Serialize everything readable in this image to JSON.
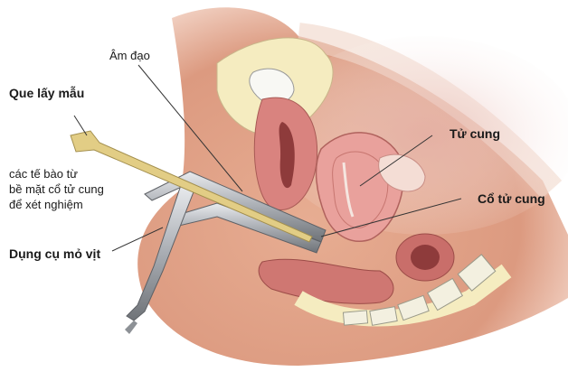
{
  "diagram": {
    "type": "anatomical-illustration",
    "subject": "Pap smear / cervical cell sampling with speculum (sagittal section)",
    "labels": {
      "vagina": "Âm đạo",
      "sampling_stick": "Que lấy mẫu",
      "cells_caption": [
        "các tế bào từ",
        "bề mặt cổ tử cung",
        "để xét nghiệm"
      ],
      "speculum": "Dụng cụ mỏ vịt",
      "uterus": "Tử cung",
      "cervix": "Cổ tử cung"
    },
    "colors": {
      "background": "#ffffff",
      "skin": "#e6a98e",
      "skin_dark": "#c98470",
      "tissue": "#d98a8a",
      "tissue_light": "#f2c2b8",
      "fat": "#f5ecc0",
      "bone": "#f3f0e0",
      "instrument": "#b9bcc2",
      "instrument_dark": "#6f7378",
      "stick": "#d9c27a",
      "leader_line": "#333333",
      "text": "#1a1a1a"
    }
  }
}
